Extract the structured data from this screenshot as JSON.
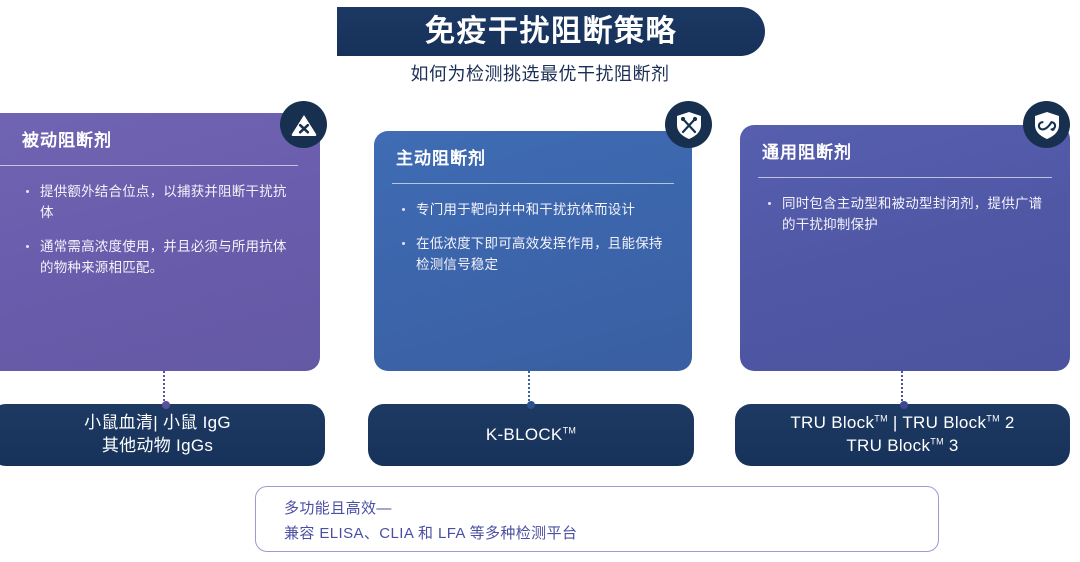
{
  "header": {
    "title": "免疫干扰阻断策略",
    "subtitle": "如何为检测挑选最优干扰阻断剂"
  },
  "cards": [
    {
      "title": "被动阻断剂",
      "icon": "warning-triangle-shield-icon",
      "color": "#6a5dad",
      "bullets": [
        "提供额外结合位点，以捕获并阻断干扰抗体",
        "通常需高浓度使用，并且必须与所用抗体的物种来源相匹配。"
      ],
      "product": "小鼠血清| 小鼠 IgG\n其他动物 IgGs",
      "product_line1": "小鼠血清| 小鼠 IgG",
      "product_line2": "其他动物 IgGs"
    },
    {
      "title": "主动阻断剂",
      "icon": "crossed-swords-shield-icon",
      "color": "#3c65ab",
      "bullets": [
        "专门用于靶向并中和干扰抗体而设计",
        "在低浓度下即可高效发挥作用，且能保持检测信号稳定"
      ],
      "product_line1": "K-BLOCK™",
      "product_line2": ""
    },
    {
      "title": "通用阻断剂",
      "icon": "infinity-shield-icon",
      "color": "#5058a6",
      "bullets": [
        "同时包含主动型和被动型封闭剂，提供广谱的干扰抑制保护"
      ],
      "product_line1": "TRU Block™ | TRU Block™ 2",
      "product_line2": "TRU Block™ 3"
    }
  ],
  "footer": {
    "line1": "多功能且高效—",
    "line2": "兼容 ELISA、CLIA 和 LFA 等多种检测平台"
  },
  "colors": {
    "navy": "#17304f",
    "purple": "#6a5dad",
    "blue": "#3c65ab",
    "indigo": "#5058a6",
    "footer_border": "#9a9bd0",
    "footer_text": "#4a4fa3"
  }
}
